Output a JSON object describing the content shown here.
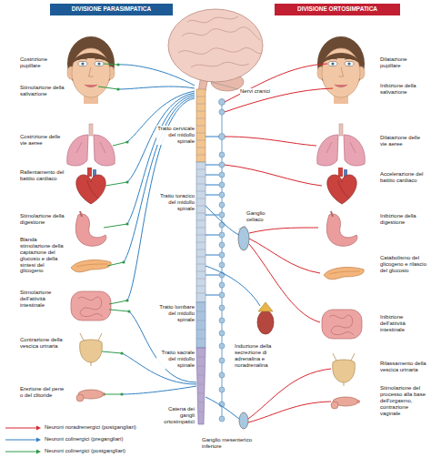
{
  "diagram": {
    "nodes": [
      {
        "text": [
          "DIVISIONE PARASIMPATICA"
        ]
      },
      {
        "text": [
          "DIVISIONE ORTOSIMPATICA"
        ]
      }
    ],
    "labels": [
      "Costrizione pupillare",
      "Stimolazione della salivazione",
      "Costrizione delle vie aeree",
      "Rallentamento del battito cardiaco",
      "Stimolazione della digestione",
      "Blanda stimolazione della captazione del glucosio e della sintesi del glicogeno",
      "Stimolazione dell'attività intestinale",
      "Contrazione della vescica urinaria",
      "Erezione del pene o del clitoride",
      "Dilatazione pupillare",
      "Inibizione della salivazione",
      "Dilatazione delle vie aeree",
      "Accelerazione del battito cardiaco",
      "Inibizione della digestione",
      "Catabolismo del glicogeno e rilascio del glucosio",
      "Inibizione dell'attività intestinale",
      "Rilassamento della vescica urinaria",
      "Stimolazione del processo alla base dell'orgasmo, contrazione vaginale",
      "Nervi cranici",
      "Tratto cervicale del midollo spinale",
      "Tratto toracico del midollo spinale",
      "Tratto lombare del midollo spinale",
      "Tratto sacrale del midollo spinale",
      "Ganglio celiaco",
      "Induzione della secrezione di adrenalina e noradrenalina",
      "Catena dei gangli ortosimpatici",
      "Ganglio mesenterico inferiore"
    ],
    "legend": [
      {
        "text": "Neuroni noradrenergici (postgangliari)"
      },
      {
        "text": "Neuroni colinergici (pregangliari)"
      },
      {
        "text": "Neuroni colinergici (postgangliari)"
      }
    ]
  }
}
